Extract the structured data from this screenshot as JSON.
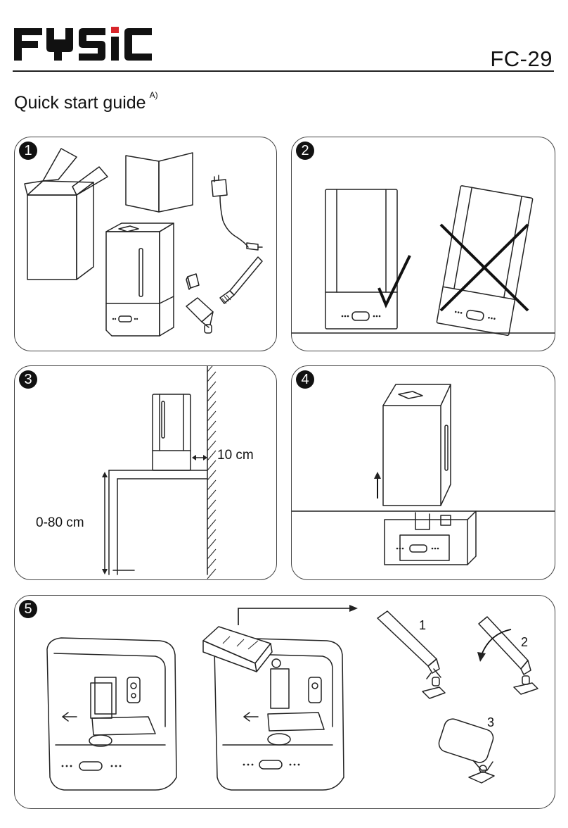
{
  "brand": {
    "logo_text": "FYSIC"
  },
  "header": {
    "model": "FC-29",
    "title": "Quick start guide",
    "title_note": "A)"
  },
  "steps": [
    {
      "number": "1"
    },
    {
      "number": "2"
    },
    {
      "number": "3",
      "clearance_label": "10 cm",
      "height_label": "0-80 cm"
    },
    {
      "number": "4"
    },
    {
      "number": "5",
      "sub_steps": [
        "1",
        "2",
        "3"
      ]
    }
  ],
  "icons": [
    "box-icon",
    "manual-icon",
    "adapter-icon",
    "humidifier-icon",
    "brush-icon",
    "filter-icon",
    "checkmark-icon",
    "cross-icon",
    "arrow-up-icon",
    "arrow-right-icon",
    "rotate-arrow-icon"
  ]
}
